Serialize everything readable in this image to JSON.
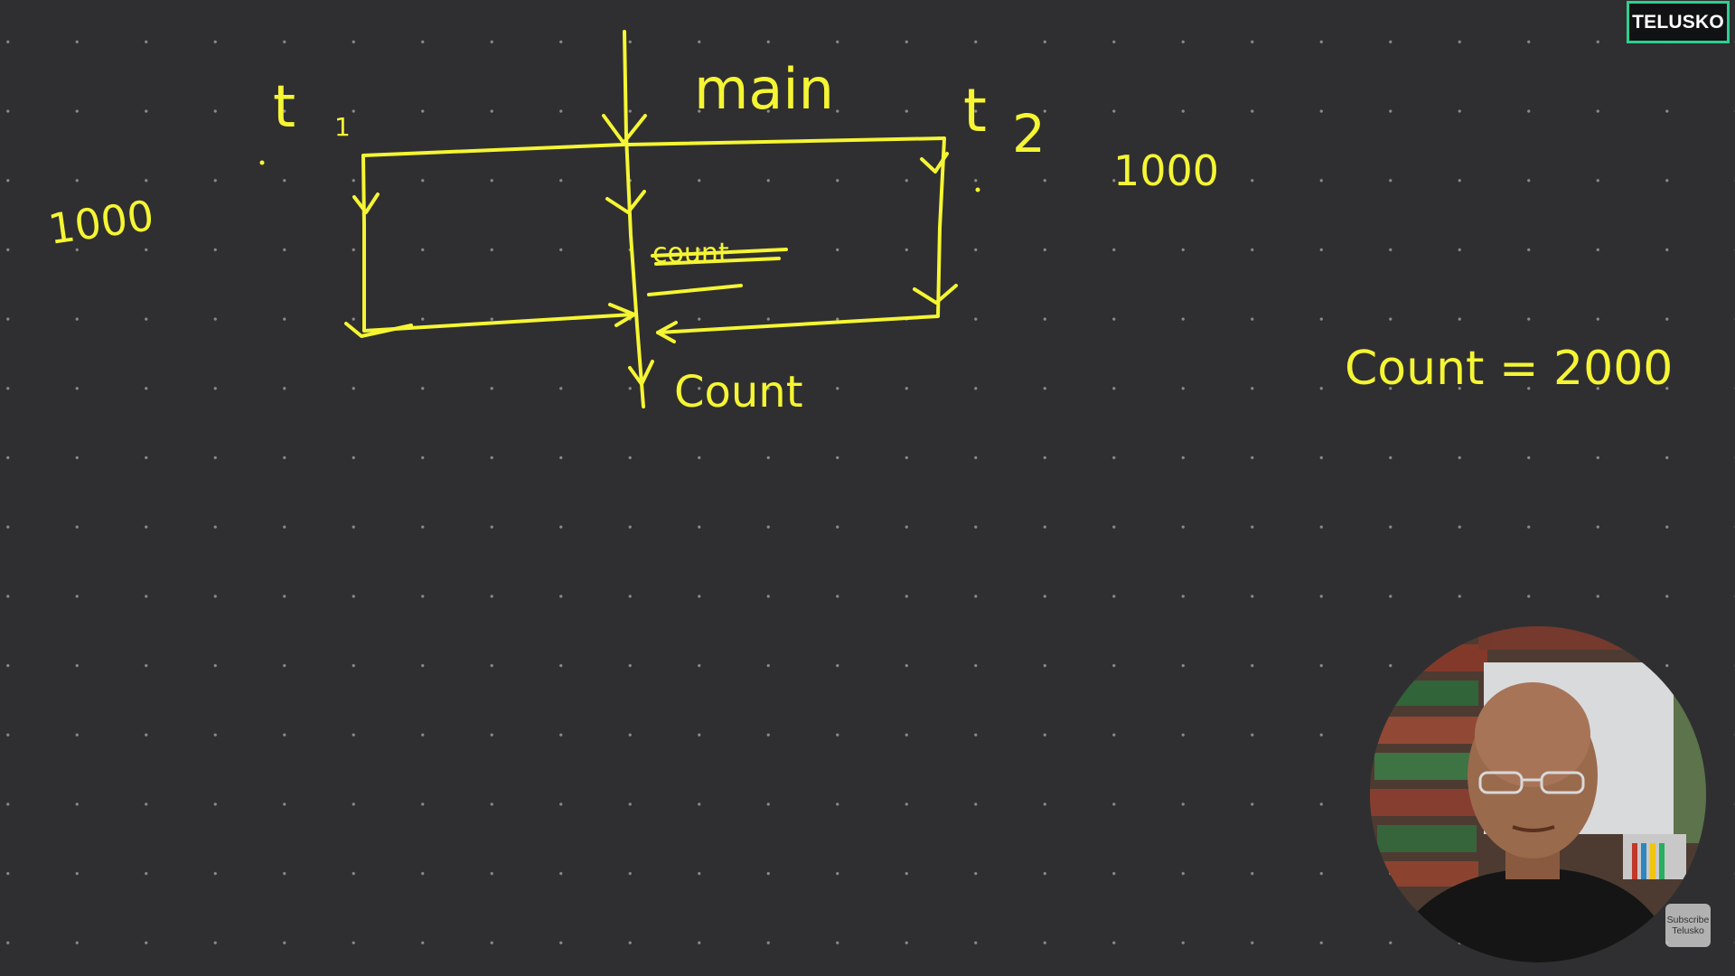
{
  "brand": {
    "logo_text": "TELUSKO",
    "logo_border_color": "#2ecf8f",
    "subscribe_line1": "Subscribe",
    "subscribe_line2": "Telusko"
  },
  "board": {
    "background_color": "#2f2f31",
    "ink_color": "#f5f534",
    "labels": {
      "main": "main",
      "t1": "t",
      "t1_sub": "1",
      "t2": "t",
      "t2_sub": "2",
      "left_count_value": "1000",
      "right_count_value": "1000",
      "bottom_label": "Count",
      "struck_word": "count",
      "equation": "Count = 2000"
    }
  },
  "webcam": {
    "description_icon": "presenter-video-icon"
  }
}
